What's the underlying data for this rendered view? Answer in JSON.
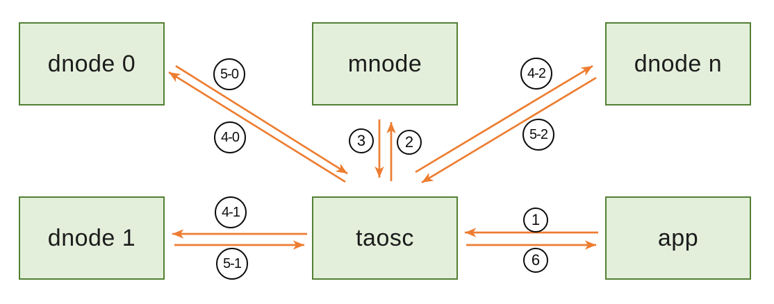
{
  "diagram": {
    "description": "Architecture message-flow diagram: app communicates with taosc, which talks to mnode and data nodes (dnode 0, dnode 1, dnode n) via numbered request/response steps",
    "nodes": {
      "dnode0": {
        "label": "dnode 0"
      },
      "mnode": {
        "label": "mnode"
      },
      "dnoden": {
        "label": "dnode n"
      },
      "dnode1": {
        "label": "dnode 1"
      },
      "taosc": {
        "label": "taosc"
      },
      "app": {
        "label": "app"
      }
    },
    "badges": {
      "b50": "5-0",
      "b40": "4-0",
      "b3": "3",
      "b2": "2",
      "b42": "4-2",
      "b52": "5-2",
      "b41": "4-1",
      "b51": "5-1",
      "b1": "1",
      "b6": "6"
    },
    "edges": [
      {
        "from": "app",
        "to": "taosc",
        "label": "1"
      },
      {
        "from": "taosc",
        "to": "mnode",
        "label": "2"
      },
      {
        "from": "mnode",
        "to": "taosc",
        "label": "3"
      },
      {
        "from": "taosc",
        "to": "dnode0",
        "label": "4-0"
      },
      {
        "from": "dnode0",
        "to": "taosc",
        "label": "5-0"
      },
      {
        "from": "taosc",
        "to": "dnode1",
        "label": "4-1"
      },
      {
        "from": "dnode1",
        "to": "taosc",
        "label": "5-1"
      },
      {
        "from": "taosc",
        "to": "dnoden",
        "label": "4-2"
      },
      {
        "from": "dnoden",
        "to": "taosc",
        "label": "5-2"
      },
      {
        "from": "taosc",
        "to": "app",
        "label": "6"
      }
    ],
    "colors": {
      "node_fill": "#e3efda",
      "node_border": "#527f33",
      "arrow": "#ed7d31",
      "badge_border": "#0c0c0c",
      "text": "#1c1c1c",
      "background": "#ffffff"
    }
  }
}
